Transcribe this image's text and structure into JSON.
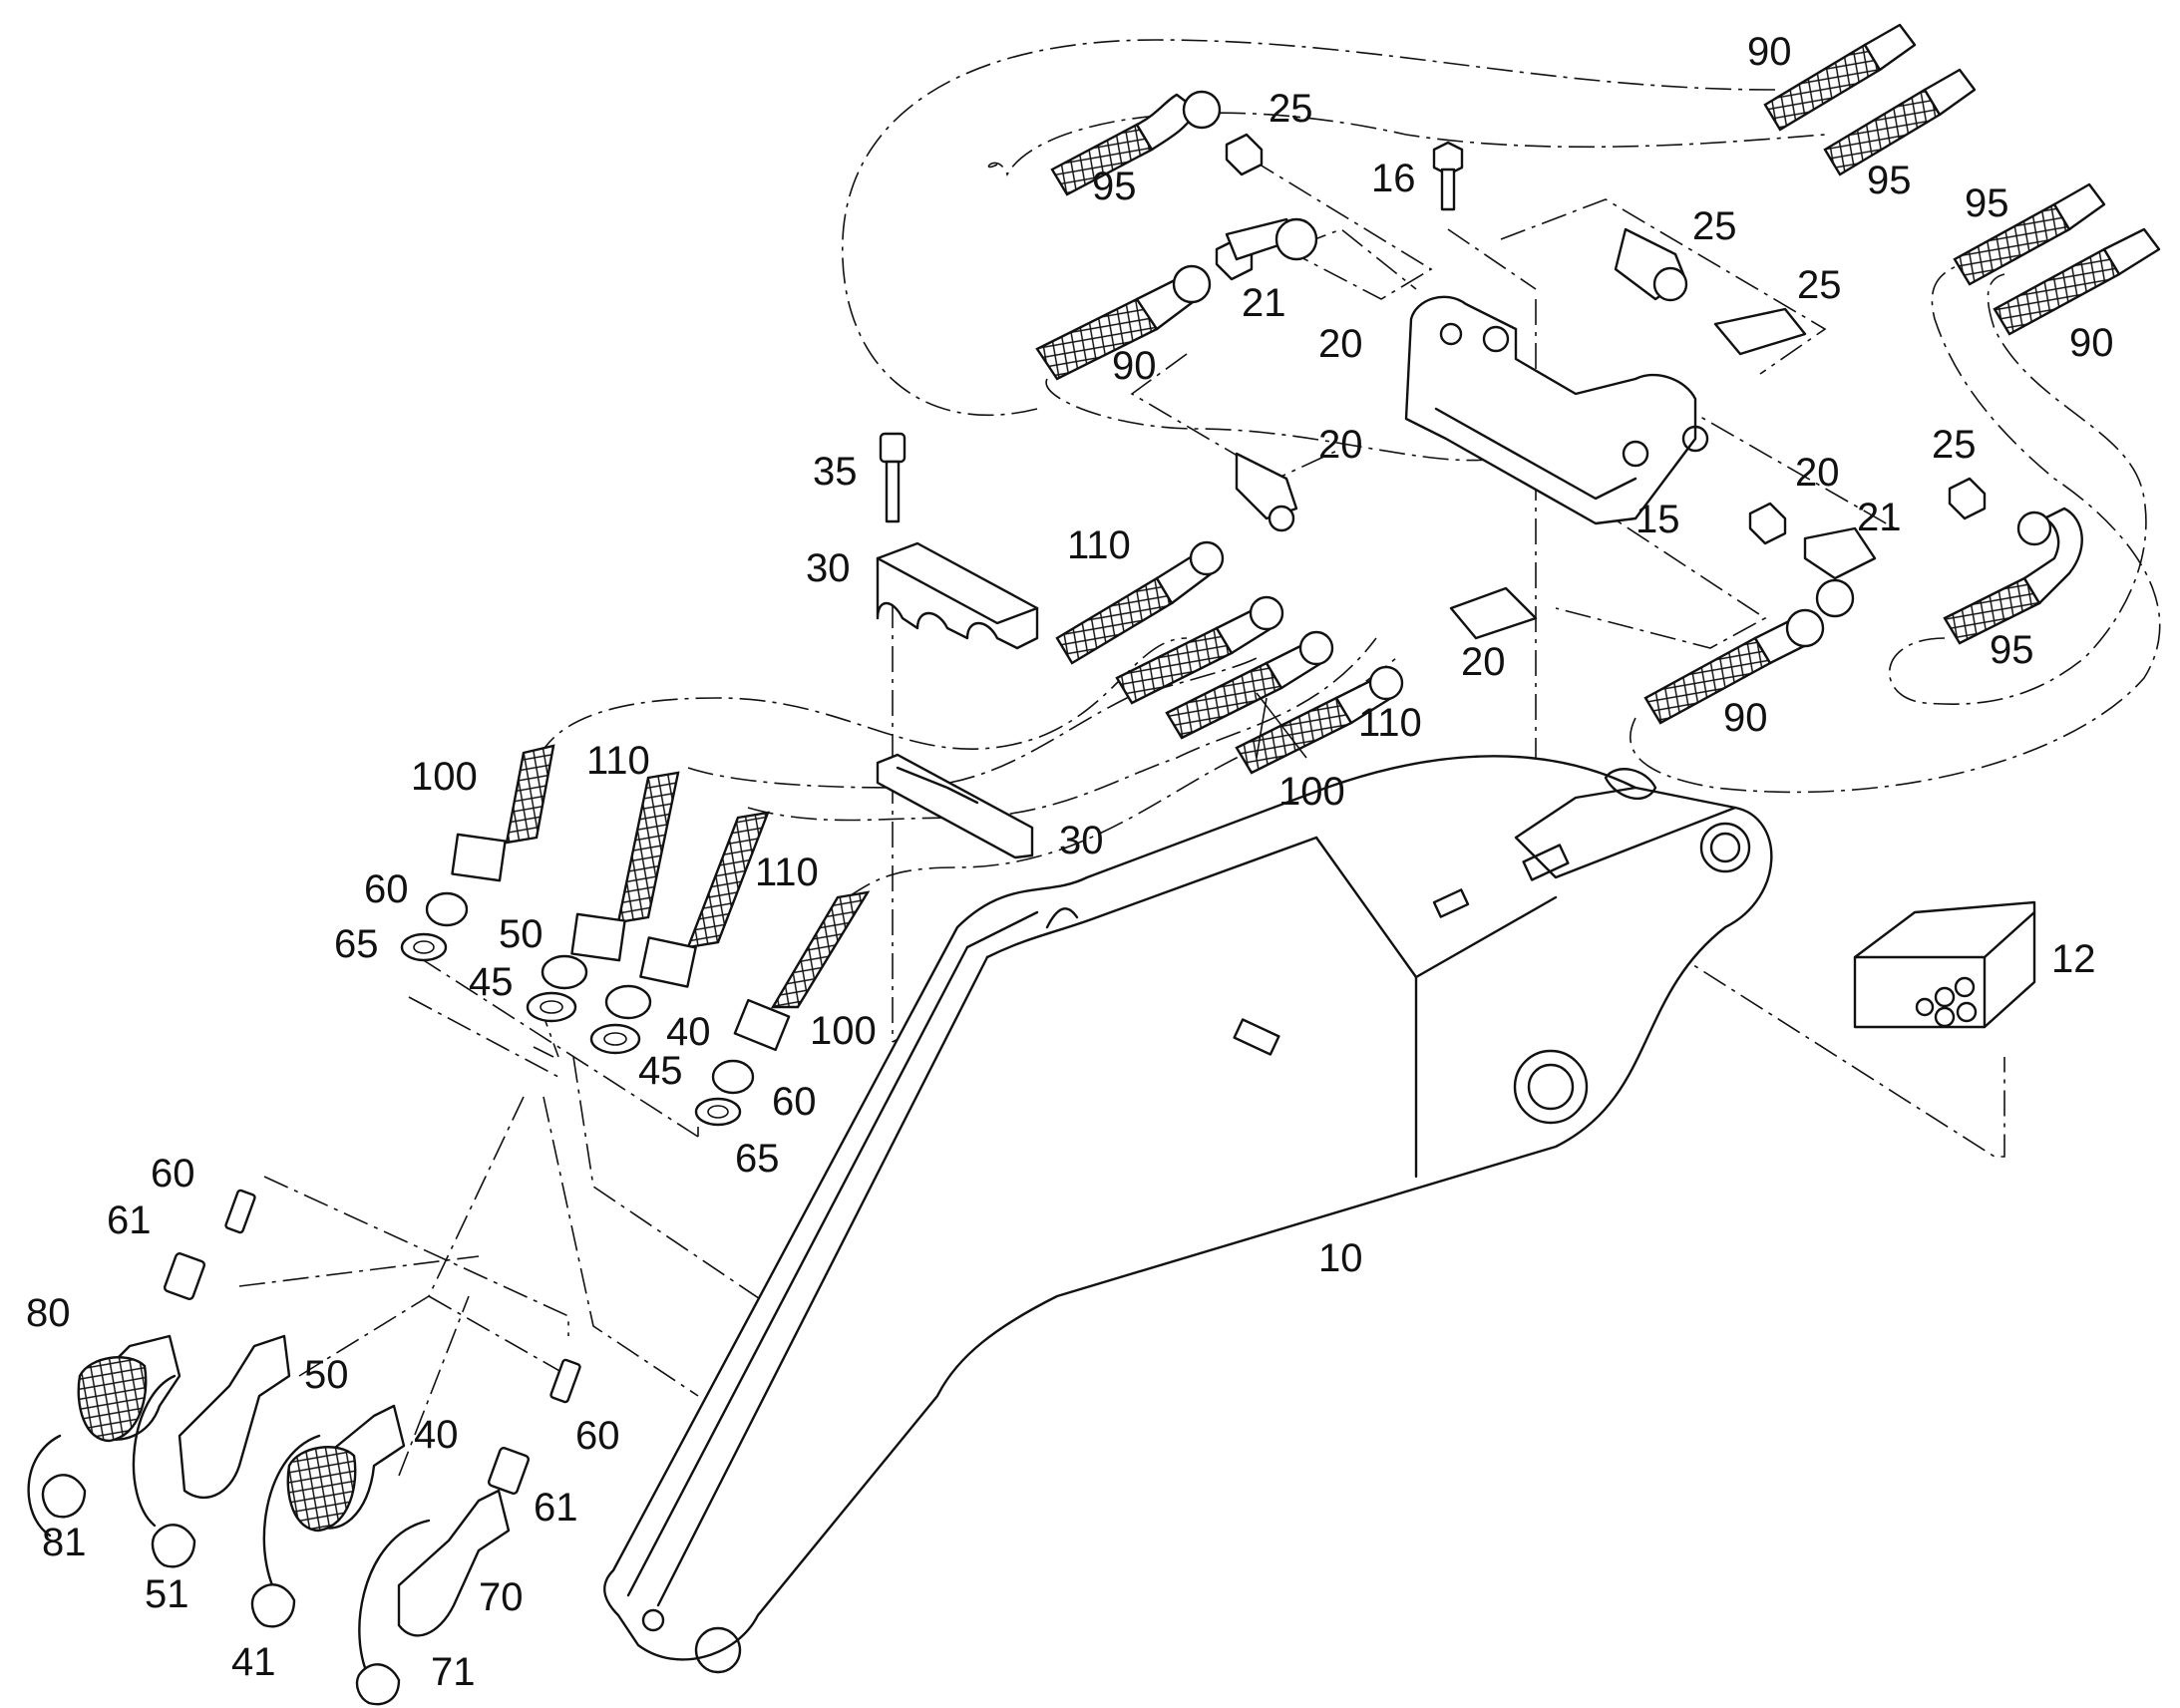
{
  "diagram": {
    "callouts": [
      {
        "id": "c-90-a",
        "text": "90"
      },
      {
        "id": "c-25-a",
        "text": "25"
      },
      {
        "id": "c-95-a",
        "text": "95"
      },
      {
        "id": "c-16",
        "text": "16"
      },
      {
        "id": "c-95-b",
        "text": "95"
      },
      {
        "id": "c-25-b",
        "text": "25"
      },
      {
        "id": "c-21-a",
        "text": "21"
      },
      {
        "id": "c-20-a",
        "text": "20"
      },
      {
        "id": "c-90-b",
        "text": "90"
      },
      {
        "id": "c-25-c",
        "text": "25"
      },
      {
        "id": "c-95-c",
        "text": "95"
      },
      {
        "id": "c-90-c",
        "text": "90"
      },
      {
        "id": "c-20-b",
        "text": "20"
      },
      {
        "id": "c-35",
        "text": "35"
      },
      {
        "id": "c-25-d",
        "text": "25"
      },
      {
        "id": "c-20-c",
        "text": "20"
      },
      {
        "id": "c-15",
        "text": "15"
      },
      {
        "id": "c-21-b",
        "text": "21"
      },
      {
        "id": "c-110-a",
        "text": "110"
      },
      {
        "id": "c-30-a",
        "text": "30"
      },
      {
        "id": "c-95-d",
        "text": "95"
      },
      {
        "id": "c-20-d",
        "text": "20"
      },
      {
        "id": "c-110-b",
        "text": "110"
      },
      {
        "id": "c-90-d",
        "text": "90"
      },
      {
        "id": "c-100-a",
        "text": "100"
      },
      {
        "id": "c-110-c",
        "text": "110"
      },
      {
        "id": "c-100-b",
        "text": "100"
      },
      {
        "id": "c-30-b",
        "text": "30"
      },
      {
        "id": "c-110-d",
        "text": "110"
      },
      {
        "id": "c-60-a",
        "text": "60"
      },
      {
        "id": "c-65-a",
        "text": "65"
      },
      {
        "id": "c-50-a",
        "text": "50"
      },
      {
        "id": "c-45-a",
        "text": "45"
      },
      {
        "id": "c-12",
        "text": "12"
      },
      {
        "id": "c-40-a",
        "text": "40"
      },
      {
        "id": "c-100-c",
        "text": "100"
      },
      {
        "id": "c-45-b",
        "text": "45"
      },
      {
        "id": "c-60-b",
        "text": "60"
      },
      {
        "id": "c-65-b",
        "text": "65"
      },
      {
        "id": "c-60-c",
        "text": "60"
      },
      {
        "id": "c-61-a",
        "text": "61"
      },
      {
        "id": "c-10",
        "text": "10"
      },
      {
        "id": "c-80",
        "text": "80"
      },
      {
        "id": "c-50-b",
        "text": "50"
      },
      {
        "id": "c-40-b",
        "text": "40"
      },
      {
        "id": "c-60-d",
        "text": "60"
      },
      {
        "id": "c-61-b",
        "text": "61"
      },
      {
        "id": "c-81",
        "text": "81"
      },
      {
        "id": "c-51",
        "text": "51"
      },
      {
        "id": "c-70",
        "text": "70"
      },
      {
        "id": "c-41",
        "text": "41"
      },
      {
        "id": "c-71",
        "text": "71"
      }
    ]
  }
}
